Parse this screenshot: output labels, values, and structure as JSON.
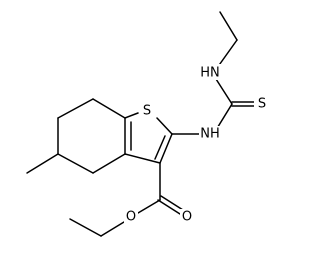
{
  "atoms": {
    "s1": "S",
    "nh_ring": "NH",
    "nh_ethyl": "HN",
    "s_thione": "S",
    "o_carbonyl": "O",
    "o_ester": "O"
  }
}
